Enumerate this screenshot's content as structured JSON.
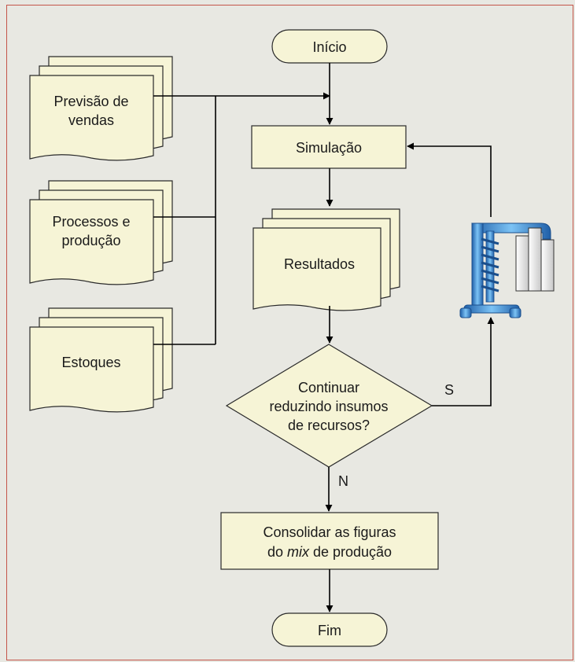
{
  "diagram": {
    "start_label": "Início",
    "end_label": "Fim",
    "simulation_label": "Simulação",
    "results_label": "Resultados",
    "inputs": {
      "forecast_line1": "Previsão de",
      "forecast_line2": "vendas",
      "processes_line1": "Processos e",
      "processes_line2": "produção",
      "stock_label": "Estoques"
    },
    "decision": {
      "line1": "Continuar",
      "line2": "reduzindo insumos",
      "line3": "de recursos?",
      "yes_label": "S",
      "no_label": "N"
    },
    "consolidate": {
      "line1": "Consolidar as figuras",
      "line2_prefix": "do ",
      "line2_italic": "mix",
      "line2_suffix": " de produção"
    },
    "icon": "compress-chart-icon",
    "colors": {
      "background": "#e8e8e2",
      "border": "#c4554a",
      "shape_fill": "#f6f4d6",
      "icon_blue": "#3a8fd8"
    }
  }
}
